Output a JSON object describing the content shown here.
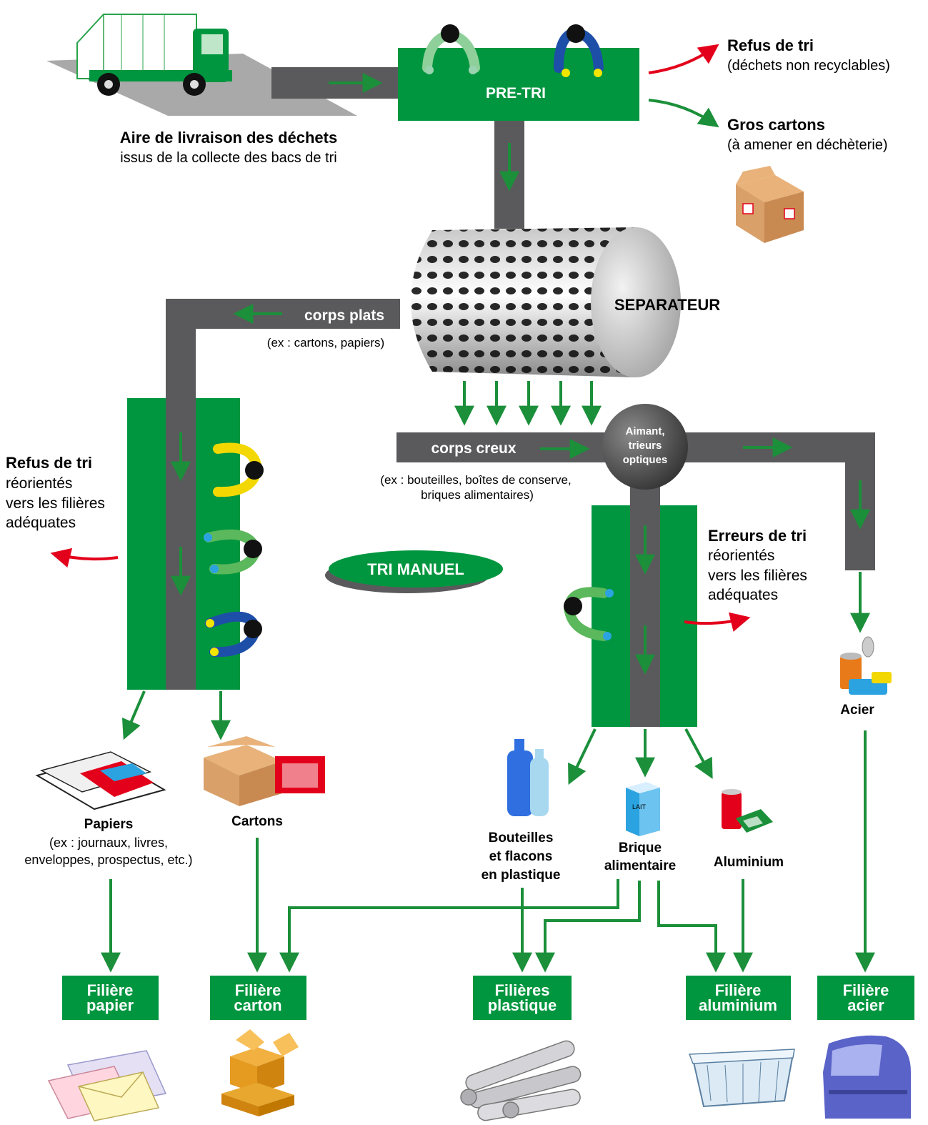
{
  "colors": {
    "green": "#00963f",
    "gray": "#5a5a5c",
    "arrow_green": "#1b8f3a",
    "arrow_red": "#e3001b",
    "ground": "#a9a9a9",
    "carton": "#d9a06a"
  },
  "delivery": {
    "title": "Aire de livraison des déchets",
    "subtitle": "issus de la collecte des bacs de tri",
    "truck_icon": "garbage-truck-icon"
  },
  "pretri": {
    "label": "PRE-TRI",
    "refus_title": "Refus de tri",
    "refus_subtitle": "(déchets non recyclables)",
    "cartons_title": "Gros cartons",
    "cartons_subtitle": "(à amener en déchèterie)"
  },
  "separator": {
    "label": "SEPARATEUR",
    "plats_title": "corps plats",
    "plats_subtitle": "(ex : cartons, papiers)",
    "creux_title": "corps creux",
    "creux_sub1": "(ex : bouteilles, boîtes de conserve,",
    "creux_sub2": "briques alimentaires)"
  },
  "magnet": {
    "line1": "Aimant,",
    "line2": "trieurs",
    "line3": "optiques"
  },
  "manual": {
    "label": "TRI MANUEL",
    "left_refus_title": "Refus de tri",
    "left_refus_l1": "réorientés",
    "left_refus_l2": "vers les filières",
    "left_refus_l3": "adéquates",
    "right_err_title": "Erreurs de tri",
    "right_err_l1": "réorientés",
    "right_err_l2": "vers les filières",
    "right_err_l3": "adéquates"
  },
  "products": {
    "papiers": "Papiers",
    "papiers_sub1": "(ex : journaux, livres,",
    "papiers_sub2": "enveloppes, prospectus, etc.)",
    "cartons": "Cartons",
    "bouteilles_l1": "Bouteilles",
    "bouteilles_l2": "et flacons",
    "bouteilles_l3": "en plastique",
    "brique_l1": "Brique",
    "brique_l2": "alimentaire",
    "brique_text": "LAIT",
    "aluminium": "Aluminium",
    "acier": "Acier"
  },
  "filieres": [
    {
      "l1": "Filière",
      "l2": "papier"
    },
    {
      "l1": "Filière",
      "l2": "carton"
    },
    {
      "l1": "Filières",
      "l2": "plastique"
    },
    {
      "l1": "Filière",
      "l2": "aluminium"
    },
    {
      "l1": "Filière",
      "l2": "acier"
    }
  ]
}
